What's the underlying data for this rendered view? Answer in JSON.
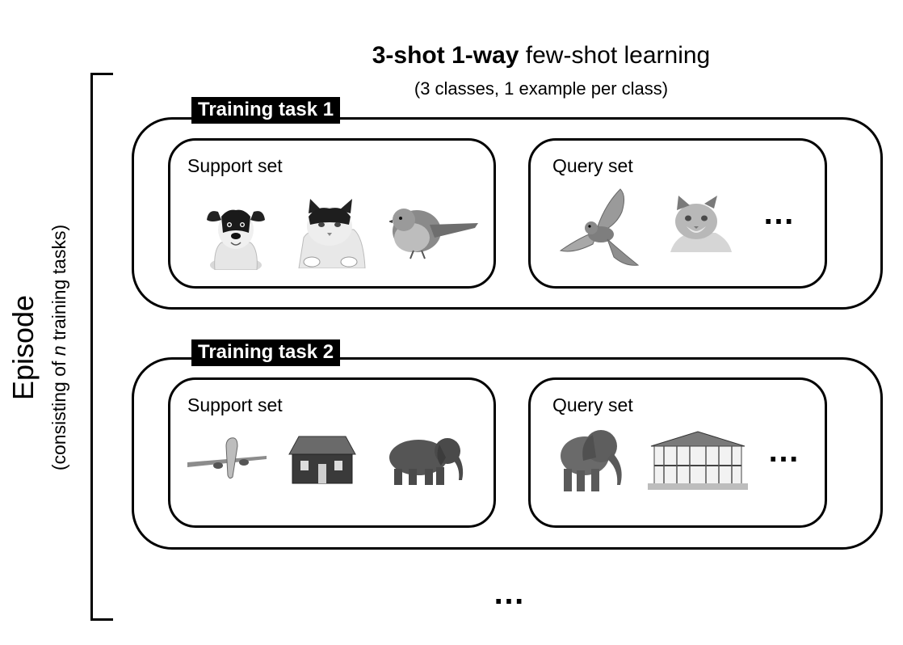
{
  "title": {
    "bold_part": "3-shot 1-way",
    "regular_part": " few-shot learning",
    "subtitle": "(3 classes, 1 example per class)"
  },
  "episode": {
    "label": "Episode",
    "sub_prefix": "(consisting of ",
    "sub_italic": "n",
    "sub_suffix": " training tasks)"
  },
  "tasks": [
    {
      "label": "Training task 1",
      "support": {
        "label": "Support set",
        "images": [
          "dog",
          "cat",
          "bird"
        ]
      },
      "query": {
        "label": "Query set",
        "images": [
          "flying-bird",
          "cat"
        ],
        "more": "…"
      }
    },
    {
      "label": "Training task 2",
      "support": {
        "label": "Support set",
        "images": [
          "airplane",
          "house",
          "elephant"
        ]
      },
      "query": {
        "label": "Query set",
        "images": [
          "elephant",
          "mansion"
        ],
        "more": "…"
      }
    }
  ],
  "more_tasks": "…"
}
